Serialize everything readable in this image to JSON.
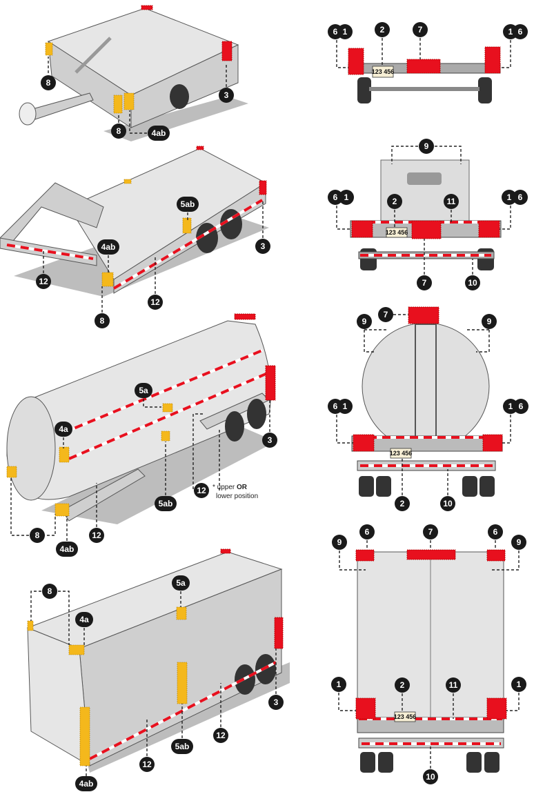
{
  "left": {
    "flatbed": [
      "8",
      "3",
      "8",
      "4ab"
    ],
    "gooseneck": [
      "5ab",
      "4ab",
      "3",
      "12",
      "12",
      "8"
    ],
    "tanker": [
      "5a",
      "4a",
      "3",
      "12",
      "5ab",
      "12",
      "8",
      "4ab"
    ],
    "tanker_note": {
      "prefix": "* upper ",
      "bold": "OR",
      "line2": "lower position"
    },
    "van": [
      "8",
      "5a",
      "4a",
      "3",
      "12",
      "5ab",
      "12",
      "4ab"
    ]
  },
  "right": {
    "flatbed_rear": [
      "6",
      "1",
      "2",
      "7",
      "1",
      "6"
    ],
    "gooseneck_rear": [
      "9",
      "6",
      "1",
      "2",
      "11",
      "1",
      "6",
      "7",
      "10"
    ],
    "tanker_rear": [
      "7",
      "9",
      "9",
      "6",
      "1",
      "1",
      "6",
      "2",
      "10"
    ],
    "van_rear": [
      "9",
      "6",
      "7",
      "6",
      "9",
      "1",
      "2",
      "11",
      "1",
      "10"
    ]
  },
  "plate_text": "123 456",
  "colors": {
    "red": "#e8101e",
    "yellow": "#f4b81c",
    "callout": "#1a1a1a"
  }
}
